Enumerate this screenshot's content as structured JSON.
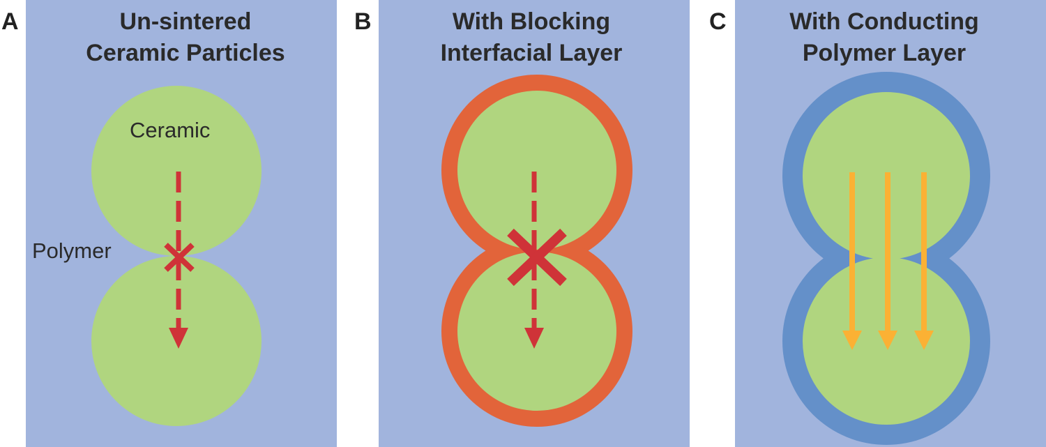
{
  "panels": [
    {
      "letter": "A",
      "title_lines": [
        "Un-sintered",
        "Ceramic Particles"
      ],
      "labels": {
        "ceramic": "Ceramic",
        "polymer": "Polymer"
      }
    },
    {
      "letter": "B",
      "title_lines": [
        "With Blocking",
        "Interfacial Layer"
      ]
    },
    {
      "letter": "C",
      "title_lines": [
        "With Conducting",
        "Polymer Layer"
      ]
    }
  ],
  "colors": {
    "background": "#a1b4dd",
    "ceramic": "#b0d57f",
    "blocking_layer": "#e2643a",
    "conducting_layer": "#6490c9",
    "blocked_path": "#cf3338",
    "conducting_arrow": "#fbb134",
    "text": "#2a2a2a"
  }
}
